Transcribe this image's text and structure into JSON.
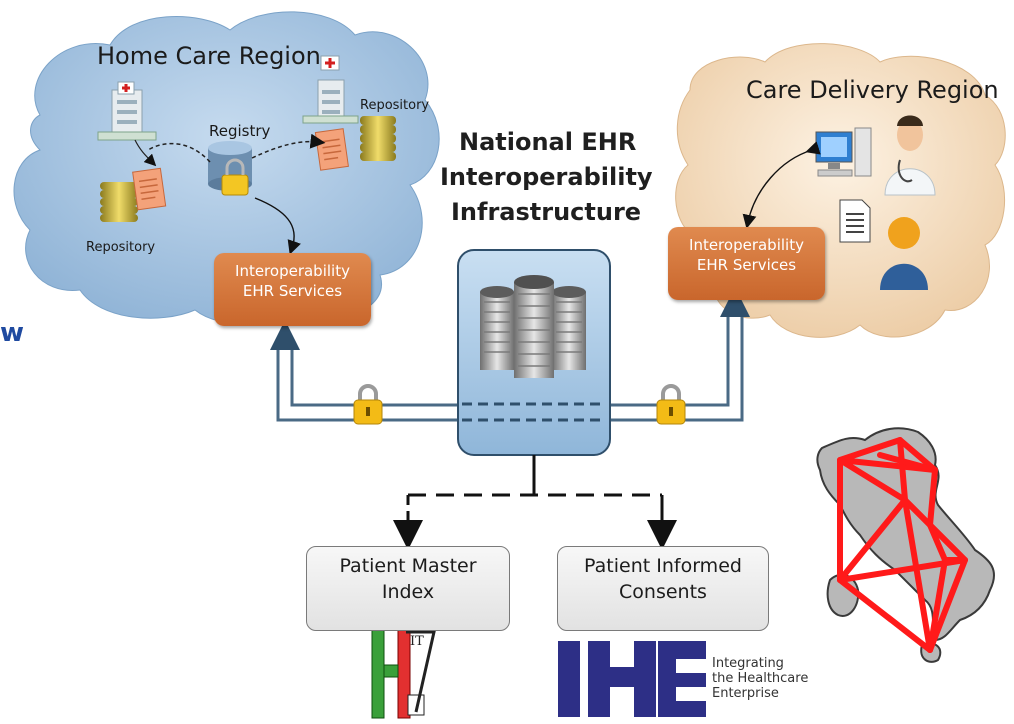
{
  "regions": {
    "home": "Home Care Region",
    "care": "Care Delivery Region"
  },
  "center_title": [
    "National EHR",
    "Interoperability",
    "Infrastructure"
  ],
  "home_labels": {
    "registry": "Registry",
    "repository_top": "Repository",
    "repository_left": "Repository"
  },
  "services": {
    "left": [
      "Interoperability",
      "EHR Services"
    ],
    "right": [
      "Interoperability",
      "EHR Services"
    ]
  },
  "boxes": {
    "pmi": [
      "Patient Master",
      "Index"
    ],
    "pic": [
      "Patient Informed",
      "Consents"
    ]
  },
  "logos": {
    "hl7": "HL7",
    "hl7_sup": "IT",
    "ihe": "IHE",
    "ihe_caption": [
      "Integrating",
      "the Healthcare",
      "Enterprise"
    ]
  },
  "edge_fragment": "w",
  "colors": {
    "home_cloud": "#9dbddc",
    "care_cloud": "#f1d7b6",
    "service": "#d2743a",
    "map_lines": "#ff1a1a",
    "pipe": "#4a6a85"
  }
}
